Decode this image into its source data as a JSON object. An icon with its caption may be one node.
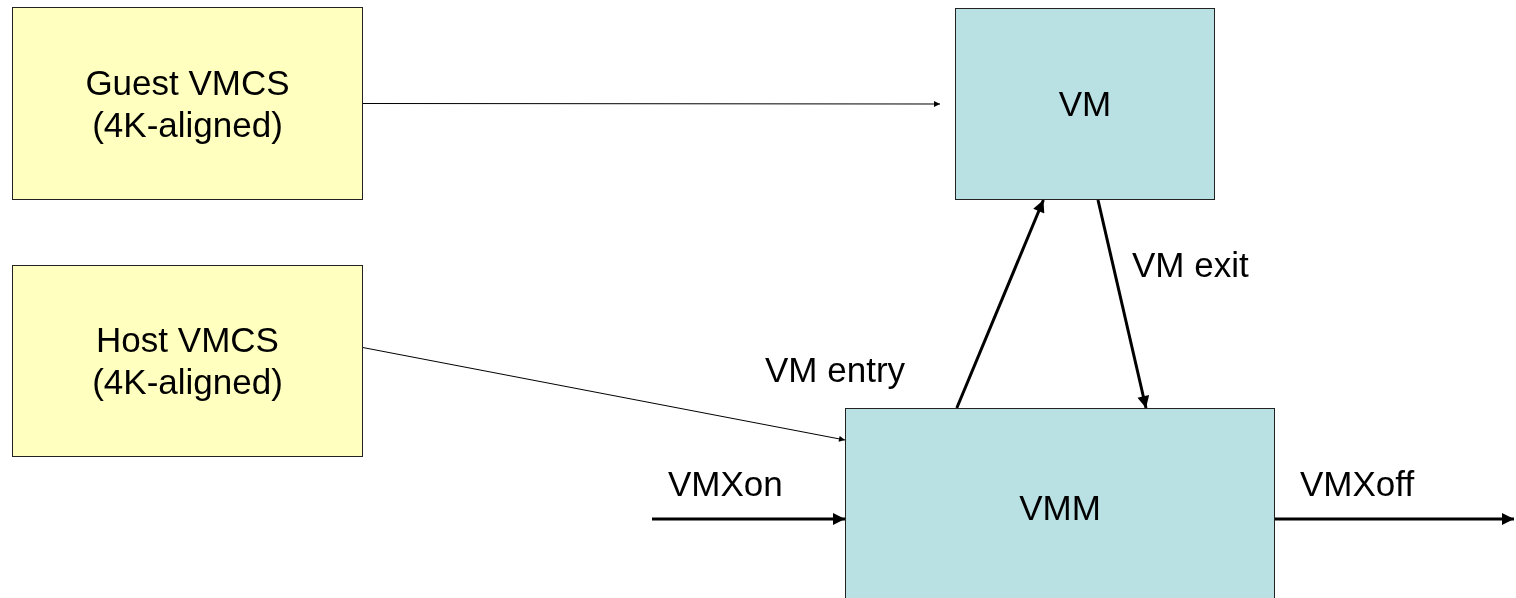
{
  "diagram": {
    "nodes": [
      {
        "text": [
          "Guest VMCS (4K-aligned)"
        ]
      },
      {
        "text": [
          "Host VMCS (4K-aligned)"
        ]
      },
      {
        "text": [
          "VM"
        ]
      },
      {
        "text": [
          "VMM"
        ]
      }
    ],
    "edges": [
      {
        "from": 0,
        "to": 2,
        "arrow": "to"
      },
      {
        "from": 1,
        "to": 3,
        "arrow": "to"
      },
      {
        "from": 3,
        "to": 2,
        "arrow": "to",
        "label": "VM entry"
      },
      {
        "from": 2,
        "to": 3,
        "arrow": "to",
        "label": "VM exit"
      },
      {
        "from": null,
        "to": 3,
        "arrow": "to",
        "label": "VMXon"
      },
      {
        "from": 3,
        "to": null,
        "arrow": "to",
        "label": "VMXoff"
      }
    ]
  }
}
